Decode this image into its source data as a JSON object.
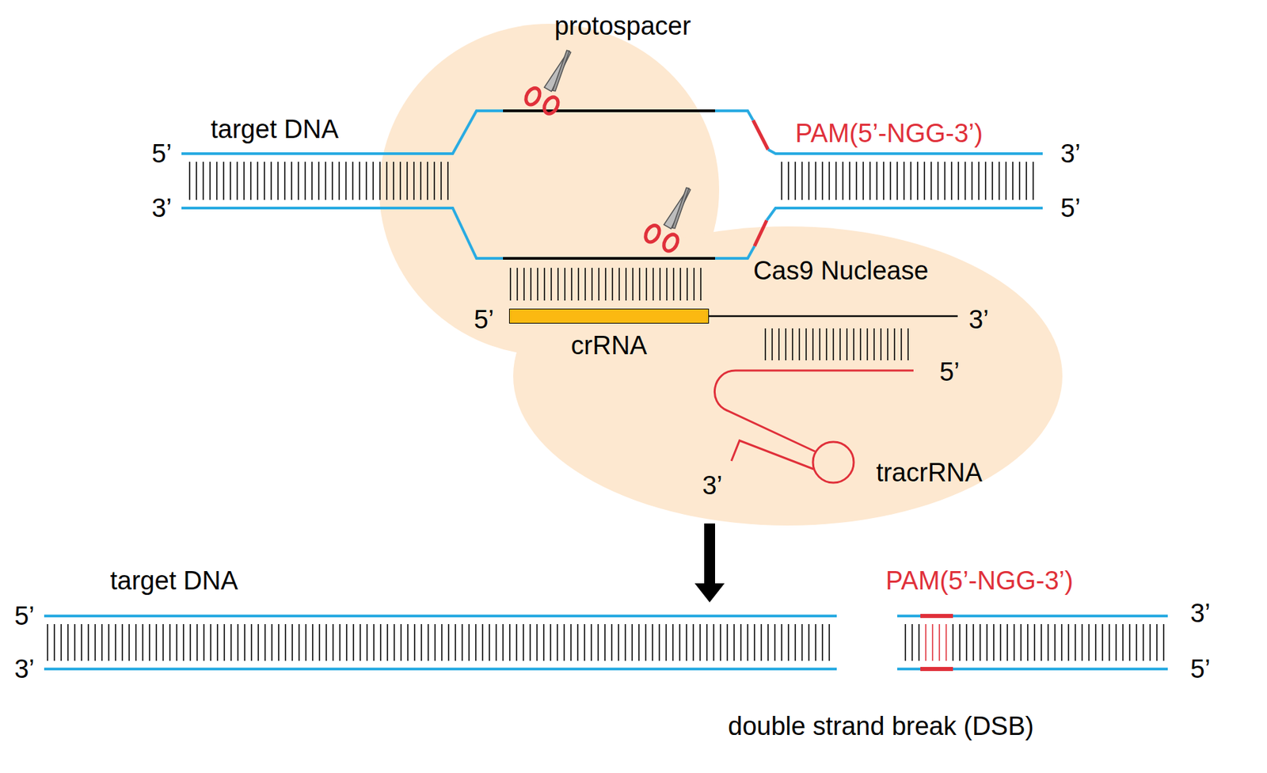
{
  "diagram": {
    "nodes": [
      {
        "text": [
          "Cas9 Nuclease"
        ]
      },
      {
        "text": [
          "crRNA"
        ],
        "in": 0
      }
    ],
    "labels": [
      "protospacer",
      "target DNA",
      "5’",
      "3’",
      "PAM(5’-NGG-3’)",
      "3’",
      "5’",
      "5’",
      "3’",
      "5’",
      "3’",
      "tracrRNA",
      "target DNA",
      "PAM(5’-NGG-3’)",
      "5’",
      "3’",
      "3’",
      "5’",
      "double strand break (DSB)"
    ]
  }
}
